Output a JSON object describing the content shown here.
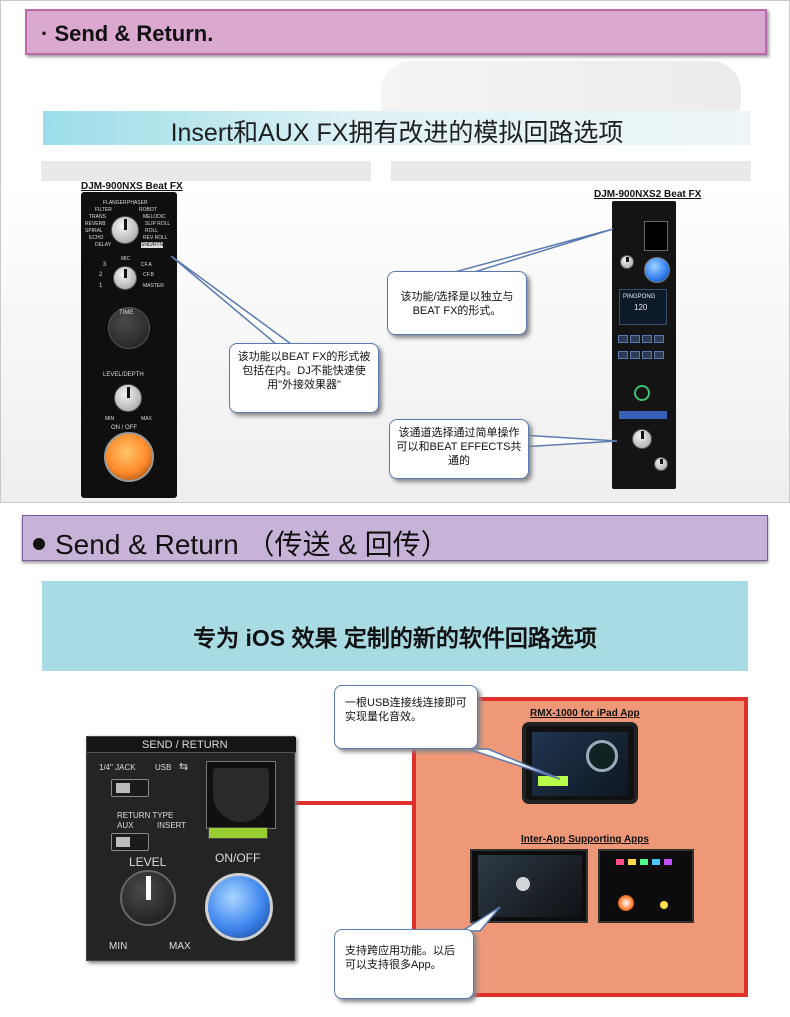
{
  "slide1": {
    "header": "· Send & Return.",
    "subtitle": "Insert和AUX FX拥有改进的模拟回路选项",
    "device_left": {
      "label": "DJM-900NXS Beat FX",
      "effects_left": [
        "FLANGER",
        "FILTER",
        "TRANS",
        "REVERB",
        "SPIRAL",
        "ECHO",
        "DELAY"
      ],
      "effects_right": [
        "PHASER",
        "ROBOT",
        "MELODIC",
        "SLIP ROLL",
        "ROLL",
        "REV ROLL",
        "SND/RTN"
      ],
      "channels": [
        "3",
        "2",
        "1",
        "MIC",
        "CF.A",
        "CF.B",
        "MASTER"
      ],
      "time_label": "TIME",
      "level_label": "LEVEL/DEPTH",
      "min_label": "MIN",
      "max_label": "MAX",
      "onoff_label": "ON / OFF"
    },
    "device_right": {
      "label": "DJM-900NXS2 Beat FX",
      "lcd_text": "PINGPONG",
      "lcd_value": "120"
    },
    "callout_left": "该功能以BEAT FX的形式被包括在内。DJ不能快速使用\"外接效果器\"",
    "callout_right_top": "该功能/选择是以独立与BEAT FX的形式。",
    "callout_right_bottom": "该通道选择通过简单操作可以和BEAT EFFECTS共通的"
  },
  "slide2": {
    "header": "Send & Return （传送 & 回传）",
    "subtitle": "专为 iOS 效果 定制的新的软件回路选项",
    "panel": {
      "title": "SEND / RETURN",
      "source_label": "1/4\" JACK",
      "usb_label": "USB",
      "return_type_label": "RETURN TYPE",
      "aux_label": "AUX",
      "insert_label": "INSERT",
      "level_label": "LEVEL",
      "min_label": "MIN",
      "max_label": "MAX",
      "onoff_label": "ON/OFF"
    },
    "ipad_label": "RMX-1000 for iPad App",
    "interapp_label": "Inter-App Supporting Apps",
    "callout_top": "一根USB连接线连接即可实现量化音效。",
    "callout_bottom": "支持跨应用功能。以后可以支持很多App。"
  }
}
